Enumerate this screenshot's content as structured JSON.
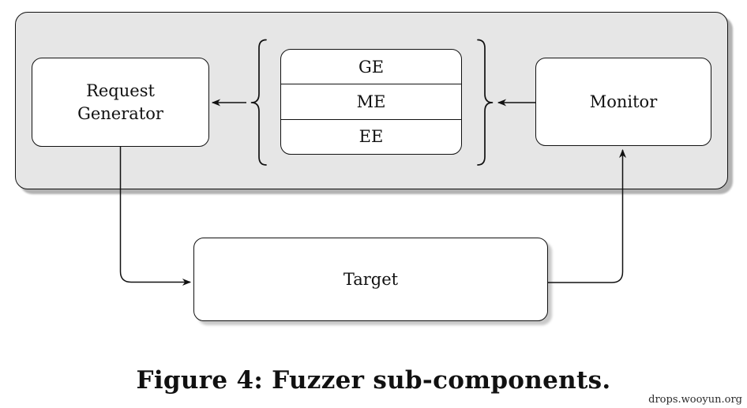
{
  "figure": {
    "caption": "Figure 4: Fuzzer sub-components.",
    "watermark": "drops.wooyun.org"
  },
  "diagram": {
    "request_generator_label": "Request\nGenerator",
    "engine_stack": {
      "rows": [
        "GE",
        "ME",
        "EE"
      ]
    },
    "monitor_label": "Monitor",
    "target_label": "Target",
    "connections": [
      "engine-stack -> request-generator",
      "monitor -> engine-stack",
      "request-generator -> target",
      "target -> monitor"
    ],
    "colors": {
      "container_fill": "#e6e6e6",
      "node_fill": "#ffffff",
      "stroke": "#111111",
      "container_shadow": "#b2b2b2",
      "target_shadow": "#c9c9c9"
    }
  }
}
